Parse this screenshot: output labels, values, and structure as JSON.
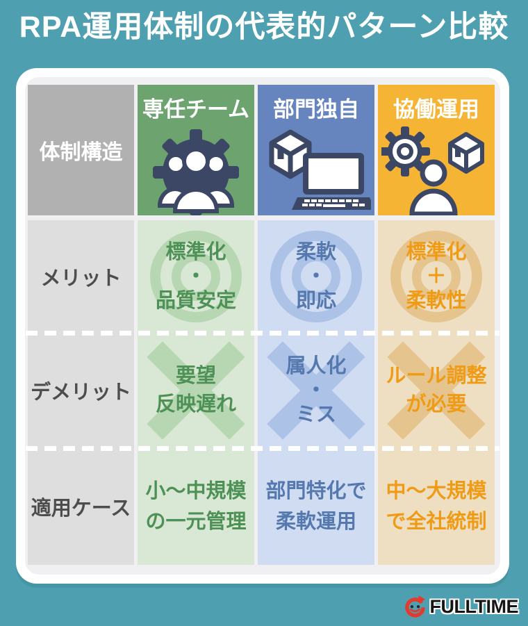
{
  "page": {
    "title": "RPA運用体制の代表的パターン比較",
    "background_color": "#4EA0B1",
    "card_color": "#FFFFFF"
  },
  "table": {
    "rows": {
      "structure": "体制構造",
      "merit": "メリット",
      "demerit": "デメリット",
      "use_case": "適用ケース"
    },
    "label_colors": {
      "structure_bg": "#B1B1B1",
      "row_label_bg": "#DEDEDE",
      "row_label_text": "#4D4D4D"
    },
    "icon_color": "#3B4764",
    "columns": [
      {
        "key": "dedicated-team",
        "header": "専任チーム",
        "icon": "gear-team-icon",
        "colors": {
          "header_bg": "#6CA36F",
          "cell_bg": "#D9E8D5",
          "text": "#4E9156",
          "watermark": "#B7D7B2"
        },
        "merit": [
          "標準化",
          "・",
          "品質安定"
        ],
        "demerit": [
          "要望",
          "反映遅れ"
        ],
        "use_case": [
          "小〜中規模",
          "の一元管理"
        ]
      },
      {
        "key": "department-own",
        "header": "部門独自",
        "icon": "box-laptop-icon",
        "colors": {
          "header_bg": "#6684BE",
          "cell_bg": "#CFDCF2",
          "text": "#5578AE",
          "watermark": "#ACC2E6"
        },
        "merit": [
          "柔軟",
          "・",
          "即応"
        ],
        "demerit": [
          "属人化",
          "・",
          "ミス"
        ],
        "use_case": [
          "部門特化で",
          "柔軟運用"
        ]
      },
      {
        "key": "collaborative",
        "header": "協働運用",
        "icon": "gear-person-box-icon",
        "colors": {
          "header_bg": "#F5B434",
          "cell_bg": "#EEDFC2",
          "text": "#EF9B16",
          "watermark": "#E5C48E"
        },
        "merit": [
          "標準化",
          "＋",
          "柔軟性"
        ],
        "demerit": [
          "ルール調整",
          "が必要"
        ],
        "use_case": [
          "中〜大規模",
          "で全社統制"
        ]
      }
    ]
  },
  "footer": {
    "brand": "FULLTIME",
    "brand_text_color": "#151515",
    "logo_color": "#E23B2E"
  }
}
